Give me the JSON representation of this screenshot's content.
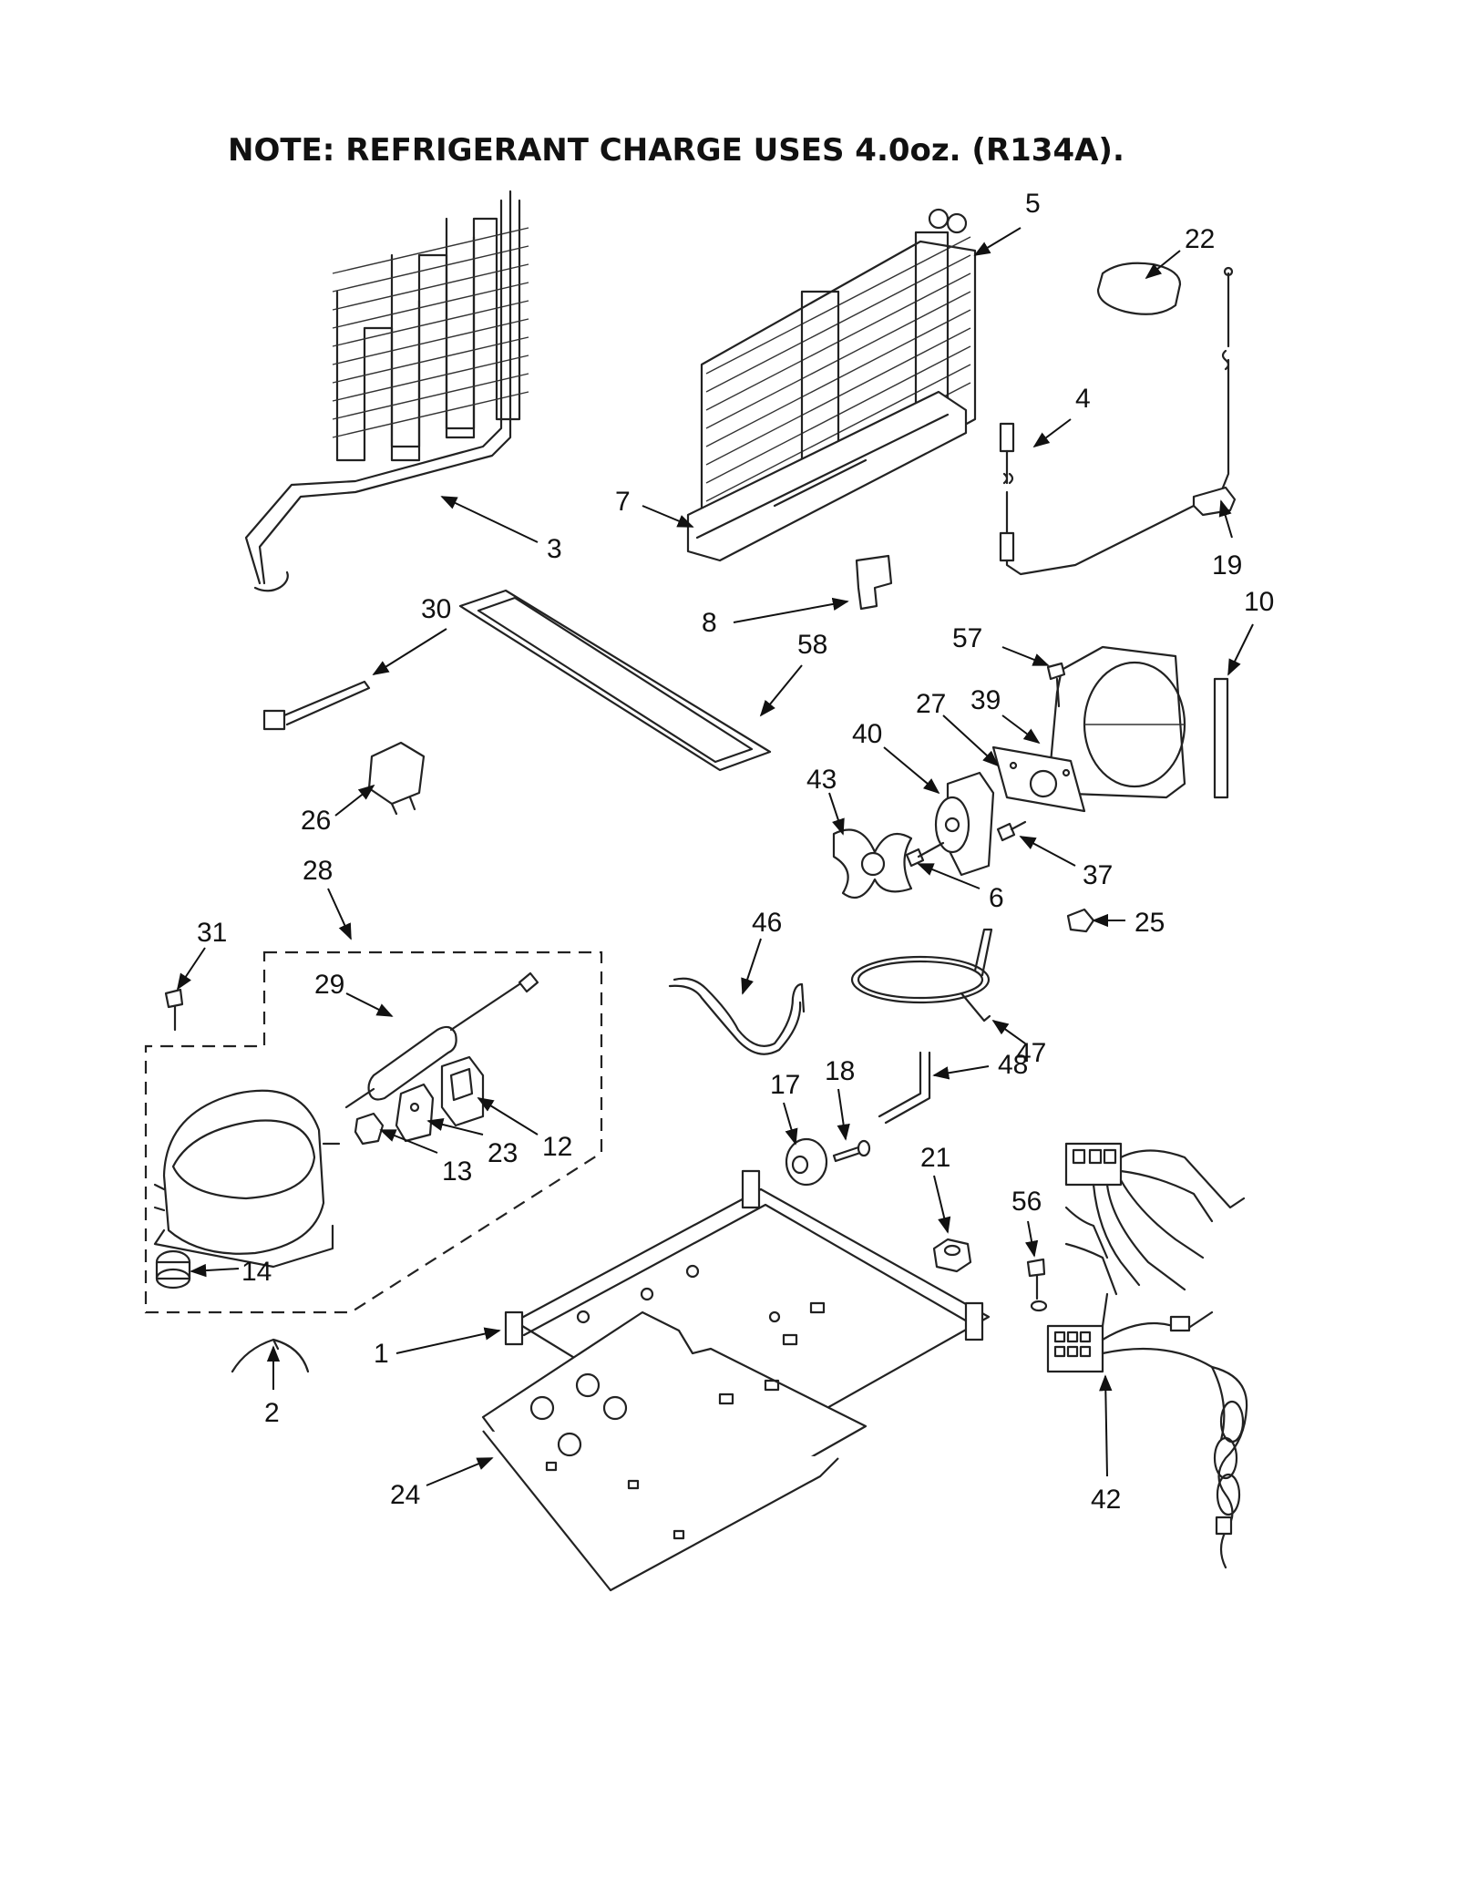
{
  "note": "NOTE: REFRIGERANT CHARGE USES 4.0oz. (R134A).",
  "callouts": [
    "5",
    "22",
    "4",
    "7",
    "3",
    "19",
    "10",
    "8",
    "30",
    "58",
    "57",
    "27",
    "39",
    "40",
    "43",
    "26",
    "37",
    "6",
    "25",
    "28",
    "31",
    "29",
    "46",
    "47",
    "17",
    "18",
    "48",
    "12",
    "13",
    "23",
    "21",
    "56",
    "14",
    "1",
    "2",
    "24",
    "42"
  ]
}
